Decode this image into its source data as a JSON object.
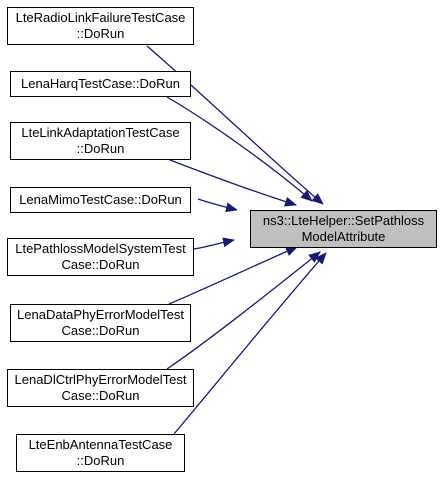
{
  "colors": {
    "edge": "#191970",
    "node_border": "#000000",
    "target_fill": "#bfbfbf"
  },
  "target": {
    "lines": [
      "ns3::LteHelper::SetPathloss",
      "ModelAttribute"
    ]
  },
  "callers": [
    {
      "lines": [
        "LteRadioLinkFailureTestCase",
        "::DoRun"
      ]
    },
    {
      "lines": [
        "LenaHarqTestCase::DoRun"
      ]
    },
    {
      "lines": [
        "LteLinkAdaptationTestCase",
        "::DoRun"
      ]
    },
    {
      "lines": [
        "LenaMimoTestCase::DoRun"
      ]
    },
    {
      "lines": [
        "LtePathlossModelSystemTest",
        "Case::DoRun"
      ]
    },
    {
      "lines": [
        "LenaDataPhyErrorModelTest",
        "Case::DoRun"
      ]
    },
    {
      "lines": [
        "LenaDlCtrlPhyErrorModelTest",
        "Case::DoRun"
      ]
    },
    {
      "lines": [
        "LteEnbAntennaTestCase",
        "::DoRun"
      ]
    }
  ]
}
